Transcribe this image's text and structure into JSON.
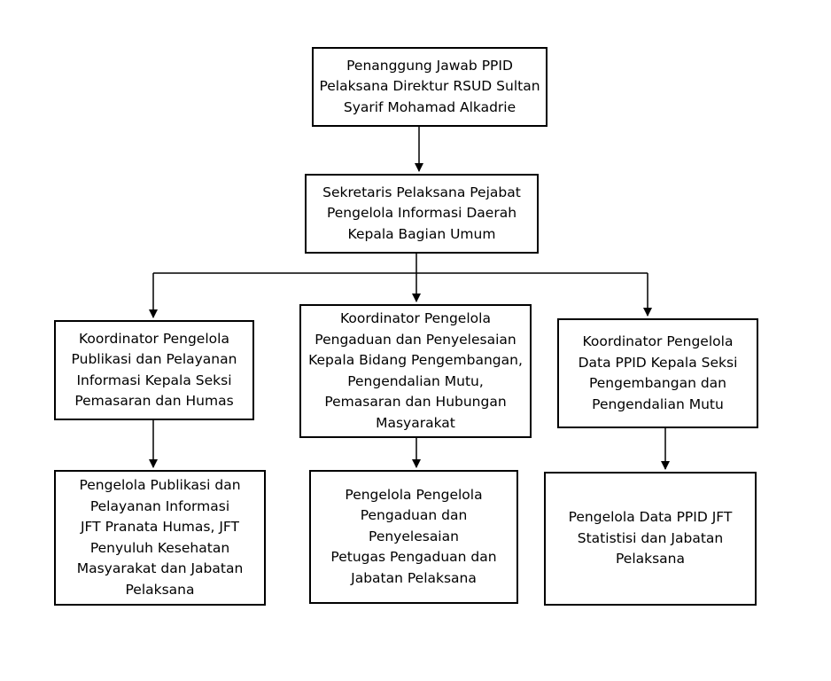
{
  "nodes": {
    "head": {
      "lines": [
        "Penanggung Jawab PPID",
        "Pelaksana Direktur RSUD Sultan",
        "Syarif Mohamad Alkadrie"
      ]
    },
    "secretary": {
      "lines": [
        "Sekretaris Pelaksana Pejabat",
        "Pengelola Informasi Daerah",
        "Kepala Bagian Umum"
      ]
    },
    "coord_publication": {
      "lines": [
        "Koordinator Pengelola",
        "Publikasi dan Pelayanan",
        "Informasi Kepala Seksi",
        "Pemasaran dan Humas"
      ]
    },
    "coord_complaints": {
      "lines": [
        "Koordinator Pengelola",
        "Pengaduan dan Penyelesaian",
        "Kepala Bidang Pengembangan,",
        "Pengendalian Mutu,",
        "Pemasaran dan Hubungan",
        "Masyarakat"
      ]
    },
    "coord_data": {
      "lines": [
        "Koordinator Pengelola",
        "Data PPID Kepala Seksi",
        "Pengembangan dan",
        "Pengendalian Mutu"
      ]
    },
    "mgr_publication": {
      "lines": [
        "Pengelola Publikasi dan",
        "Pelayanan Informasi",
        "JFT Pranata Humas, JFT",
        "Penyuluh Kesehatan",
        "Masyarakat dan Jabatan",
        "Pelaksana"
      ]
    },
    "mgr_complaints": {
      "lines": [
        "Pengelola Pengelola",
        "Pengaduan dan",
        "Penyelesaian",
        "Petugas Pengaduan dan",
        "Jabatan Pelaksana"
      ]
    },
    "mgr_data": {
      "lines": [
        "Pengelola Data PPID JFT",
        "Statistisi dan Jabatan",
        "Pelaksana"
      ]
    }
  }
}
